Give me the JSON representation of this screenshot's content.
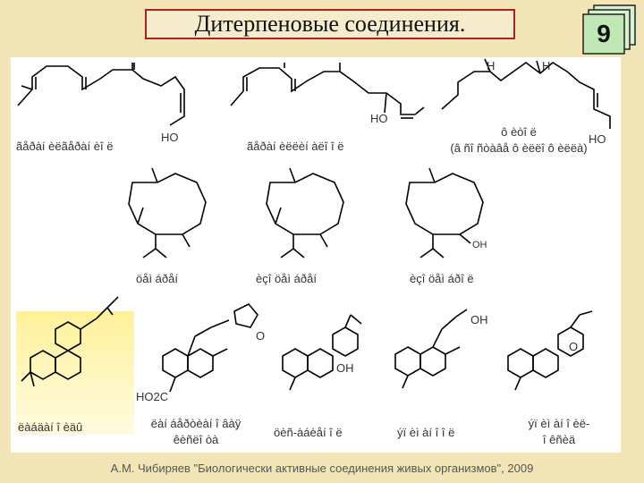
{
  "title": "Дитерпеновые соединения.",
  "page_number": "9",
  "atom_labels": {
    "ho": "HO",
    "oh": "OH",
    "h": "H",
    "o": "O",
    "ho2c": "HO2C"
  },
  "captions": {
    "geranylgeraniol": "ãåðàí èëãåðàí èî ë",
    "geranyllinalool": "ãåðàí èëëèí àëî î ë",
    "phytol_name": "ô èòî ë",
    "phytol_sub": "(â ñî ñòàâå ô èëëî ô èëëà)",
    "cembrene": "öåì áðåí",
    "isocembrene": "èçî öåì áðåí",
    "isocembrol": "èçî öåì áðî ë",
    "labdane": "ëàáäàí î èäû",
    "abietic_1": "ëàí áåðòèàí î âàÿ",
    "abietic_2": "êèñëî òà",
    "sclareol": "öèñ-àáèåí î ë",
    "manool": "ýï èì àí î î ë",
    "oxide_1": "ýï èì àí î èë-",
    "oxide_2": "î êñèä"
  },
  "footer": "А.М. Чибиряев \"Биологически активные соединения живых организмов\", 2009"
}
